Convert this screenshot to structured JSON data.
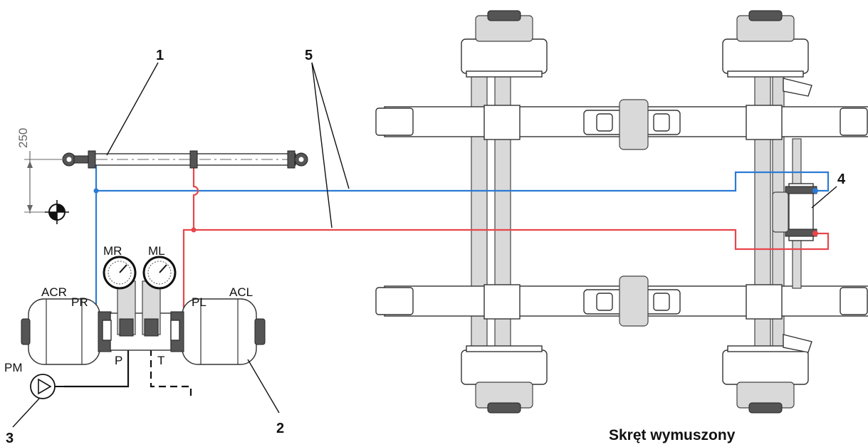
{
  "callouts": {
    "c1": "1",
    "c2": "2",
    "c3": "3",
    "c4": "4",
    "c5": "5"
  },
  "labels": {
    "ac_r": "ACR",
    "ac_l": "ACL",
    "p_r": "PR",
    "p_l": "PL",
    "m_r": "MR",
    "m_l": "ML",
    "pm": "PM",
    "p": "P",
    "t": "T"
  },
  "dimension": "250",
  "caption": "Skręt wymuszony",
  "colors": {
    "blue_line": "#2b7bd4",
    "red_line": "#e8464b",
    "black_line": "#111111"
  }
}
